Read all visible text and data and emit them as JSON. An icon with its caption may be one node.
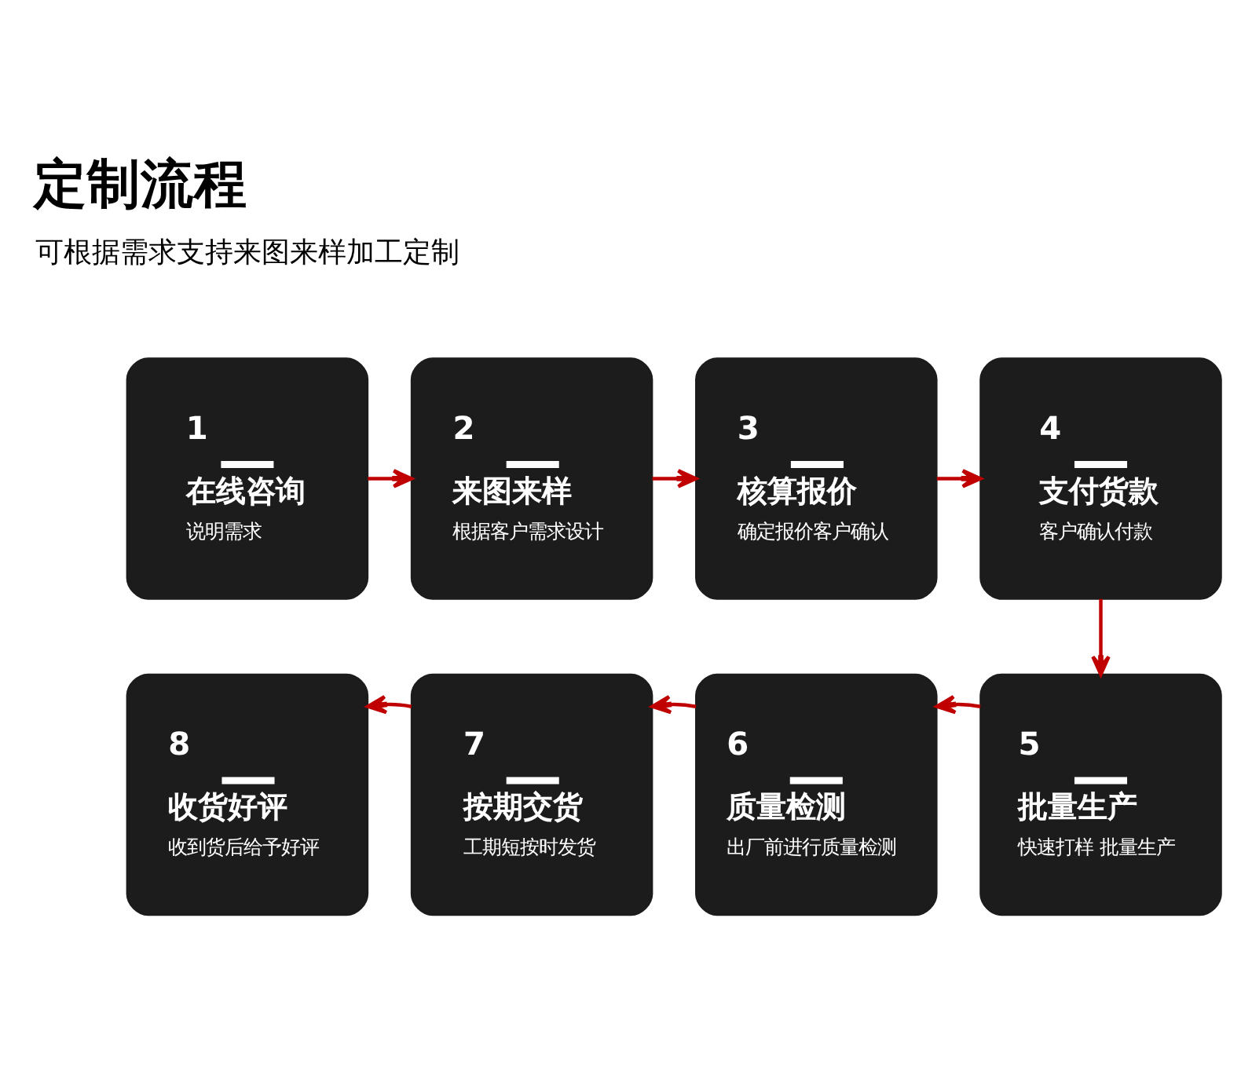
{
  "diagram": {
    "title": "定制流程",
    "nodes": [
      {
        "text": [
          "1",
          "在线咨询",
          "说明需求"
        ]
      },
      {
        "text": [
          "2",
          "来图来样",
          "根据客户需求设计"
        ]
      },
      {
        "text": [
          "3",
          "核算报价",
          "确定报价客户确认"
        ]
      },
      {
        "text": [
          "4",
          "支付货款",
          "客户确认付款"
        ]
      },
      {
        "text": [
          "8",
          "收货好评",
          "收到货后给予好评"
        ]
      },
      {
        "text": [
          "7",
          "按期交货",
          "工期短按时发货"
        ]
      },
      {
        "text": [
          "6",
          "质量检测",
          "出厂前进行质量检测"
        ]
      },
      {
        "text": [
          "5",
          "批量生产",
          "快速打样 批量生产"
        ]
      }
    ],
    "edges": [
      {
        "from": 0,
        "to": 1,
        "arrow": "to"
      },
      {
        "from": 1,
        "to": 2,
        "arrow": "to"
      },
      {
        "from": 2,
        "to": 3,
        "arrow": "to"
      },
      {
        "from": 3,
        "to": 7,
        "arrow": "to"
      },
      {
        "from": 7,
        "to": 6,
        "arrow": "to"
      },
      {
        "from": 6,
        "to": 5,
        "arrow": "to"
      },
      {
        "from": 5,
        "to": 4,
        "arrow": "to"
      }
    ],
    "labels": [
      "可根据需求支持来图来样加工定制"
    ]
  }
}
